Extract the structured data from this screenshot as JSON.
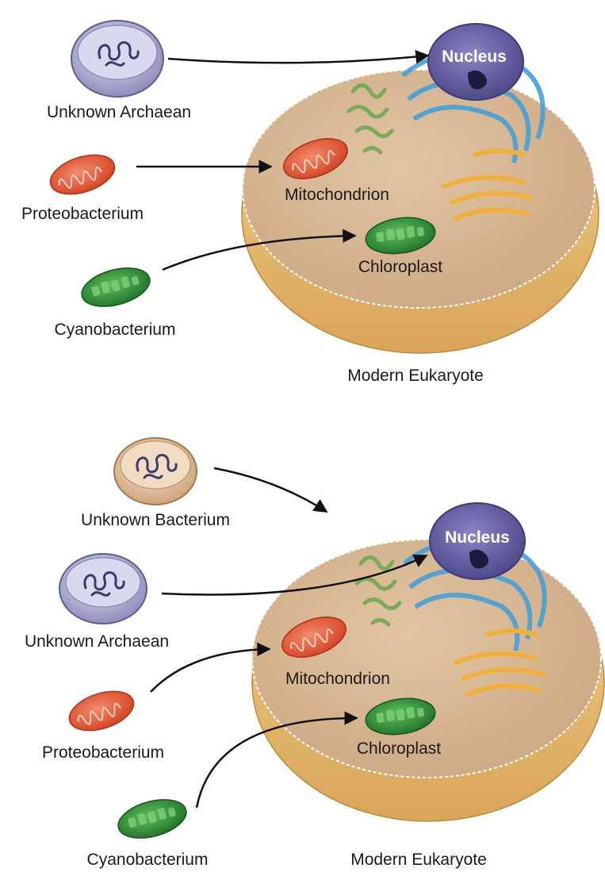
{
  "panels": [
    {
      "organisms": {
        "archaean": "Unknown Archaean",
        "proteobacterium": "Proteobacterium",
        "cyanobacterium": "Cyanobacterium"
      },
      "cell": {
        "nucleus": "Nucleus",
        "mitochondrion": "Mitochondrion",
        "chloroplast": "Chloroplast",
        "caption": "Modern Eukaryote"
      }
    },
    {
      "organisms": {
        "bacterium": "Unknown Bacterium",
        "archaean": "Unknown Archaean",
        "proteobacterium": "Proteobacterium",
        "cyanobacterium": "Cyanobacterium"
      },
      "cell": {
        "nucleus": "Nucleus",
        "mitochondrion": "Mitochondrion",
        "chloroplast": "Chloroplast",
        "caption": "Modern Eukaryote"
      }
    }
  ],
  "colors": {
    "cytoplasm": "#d8b894",
    "cell_rim": "#e7c079",
    "archaean_cell": "#b8b8d8",
    "bacterium_cell": "#e8c9a4",
    "nucleus": "#5d5a9b",
    "endoplasmic_reticulum": "#4a9fd6",
    "golgi": "#f0b040",
    "mitochondrion": "#e8553a",
    "chloroplast": "#2e8a3a",
    "arrow": "#111111"
  }
}
